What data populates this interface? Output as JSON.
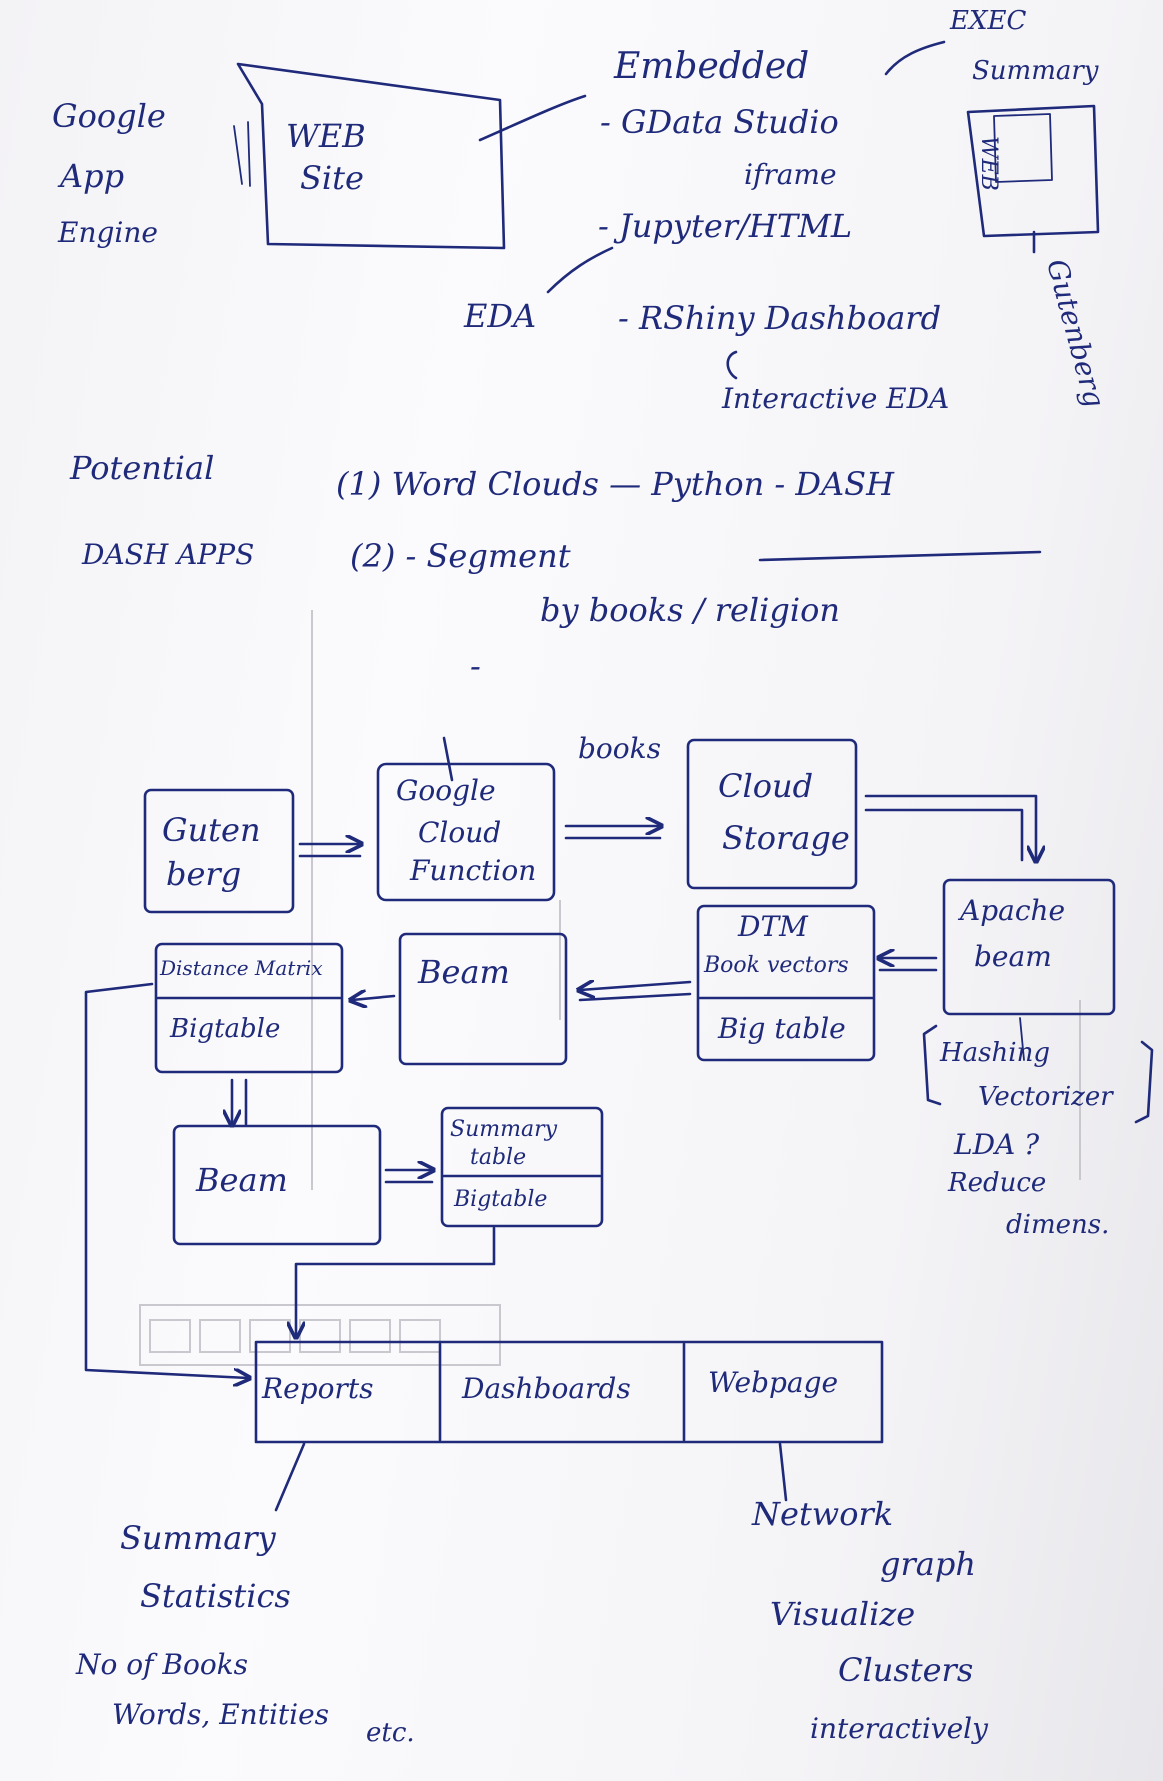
{
  "hosting": {
    "lines": [
      "Google",
      "App",
      "Engine"
    ]
  },
  "website": {
    "lines": [
      "WEB",
      "Site"
    ]
  },
  "embedded": {
    "title": "Embedded",
    "items": [
      "- GData Studio",
      "iframe",
      "- Jupyter/HTML",
      "- RShiny Dashboard"
    ],
    "eda": "EDA",
    "interactive": "Interactive EDA"
  },
  "exec_summary": {
    "lines": [
      "EXEC",
      "Summary"
    ],
    "box": "WEB",
    "side": "Gutenberg"
  },
  "potential": {
    "label_lines": [
      "Potential",
      "DASH APPS"
    ],
    "items": [
      "(1) Word Clouds — Python - DASH",
      "(2) - Segment",
      "by books / religion"
    ],
    "dash": "-"
  },
  "flow": {
    "gutenberg": [
      "Guten",
      "berg"
    ],
    "cloud_function": [
      "Google",
      "Cloud",
      "Function"
    ],
    "edge_books": "books",
    "cloud_storage": [
      "Cloud",
      "Storage"
    ],
    "apache_beam": [
      "Apache",
      "beam"
    ],
    "dtm": [
      "DTM",
      "Book vectors"
    ],
    "dtm_bigtable": "Big table",
    "beam_mid": "Beam",
    "distance_matrix": "Distance Matrix",
    "distance_bigtable": "Bigtable",
    "beam_low": "Beam",
    "summary": [
      "Summary",
      "table"
    ],
    "summary_bigtable": "Bigtable",
    "vectorizer_notes": [
      "Hashing",
      "Vectorizer",
      "LDA ?",
      "Reduce",
      "dimens."
    ],
    "outputs": [
      "Reports",
      "Dashboards",
      "Webpage"
    ]
  },
  "notes": {
    "reports_notes": [
      "Summary",
      "Statistics",
      "No of Books",
      "Words, Entities",
      "etc."
    ],
    "webpage_notes": [
      "Network",
      "graph",
      "Visualize",
      "Clusters",
      "interactively"
    ]
  }
}
